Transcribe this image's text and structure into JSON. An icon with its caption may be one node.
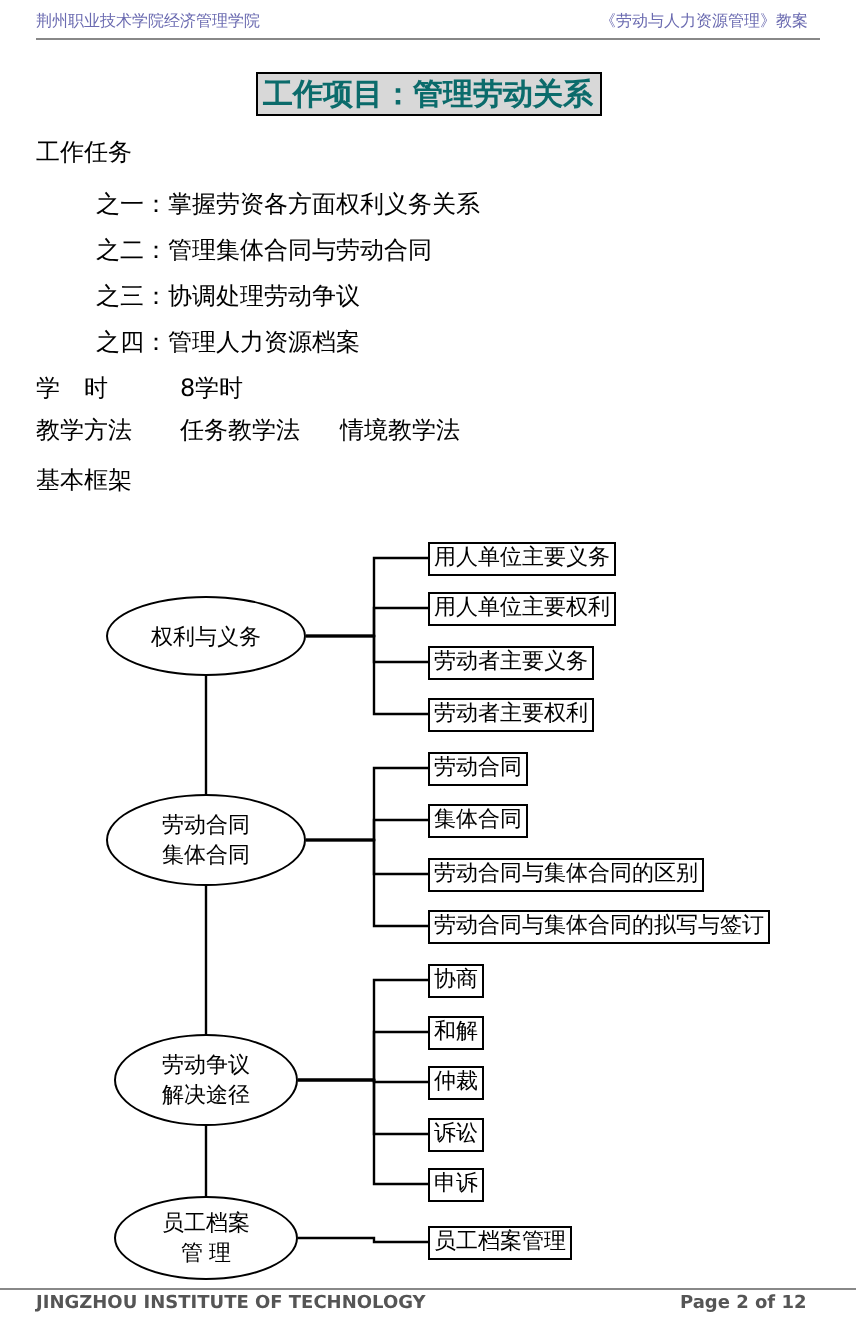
{
  "diagram": {
    "title": "工作项目：管理劳动关系",
    "nodes": [
      {
        "text": [
          "权利与义务"
        ]
      },
      {
        "text": [
          "用人单位主要义务"
        ]
      },
      {
        "text": [
          "用人单位主要权利"
        ]
      },
      {
        "text": [
          "劳动者主要义务"
        ]
      },
      {
        "text": [
          "劳动者主要权利"
        ]
      },
      {
        "text": [
          "劳动合同",
          "集体合同"
        ]
      },
      {
        "text": [
          "劳动合同"
        ]
      },
      {
        "text": [
          "集体合同"
        ]
      },
      {
        "text": [
          "劳动合同与集体合同的区别"
        ]
      },
      {
        "text": [
          "劳动合同与集体合同的拟写与签订"
        ]
      },
      {
        "text": [
          "劳动争议",
          "解决途径"
        ]
      },
      {
        "text": [
          "协商"
        ]
      },
      {
        "text": [
          "和解"
        ]
      },
      {
        "text": [
          "仲裁"
        ]
      },
      {
        "text": [
          "诉讼"
        ]
      },
      {
        "text": [
          "申诉"
        ]
      },
      {
        "text": [
          "员工档案",
          "管 理"
        ]
      },
      {
        "text": [
          "员工档案管理"
        ]
      }
    ],
    "edges": [
      {
        "from": 0,
        "to": 5,
        "arrow": "none"
      },
      {
        "from": 5,
        "to": 10,
        "arrow": "none"
      },
      {
        "from": 10,
        "to": 16,
        "arrow": "none"
      },
      {
        "from": 0,
        "to": 1,
        "arrow": "none"
      },
      {
        "from": 0,
        "to": 2,
        "arrow": "none"
      },
      {
        "from": 0,
        "to": 3,
        "arrow": "none"
      },
      {
        "from": 0,
        "to": 4,
        "arrow": "none"
      },
      {
        "from": 5,
        "to": 6,
        "arrow": "none"
      },
      {
        "from": 5,
        "to": 7,
        "arrow": "none"
      },
      {
        "from": 5,
        "to": 8,
        "arrow": "none"
      },
      {
        "from": 5,
        "to": 9,
        "arrow": "none"
      },
      {
        "from": 10,
        "to": 11,
        "arrow": "none"
      },
      {
        "from": 10,
        "to": 12,
        "arrow": "none"
      },
      {
        "from": 10,
        "to": 13,
        "arrow": "none"
      },
      {
        "from": 10,
        "to": 14,
        "arrow": "none"
      },
      {
        "from": 10,
        "to": 15,
        "arrow": "none"
      },
      {
        "from": 16,
        "to": 17,
        "arrow": "none"
      }
    ],
    "labels": [
      "荆州职业技术学院经济管理学院",
      "《劳动与人力资源管理》教案",
      "工作任务",
      "之一：掌握劳资各方面权利义务关系",
      "之二：管理集体合同与劳动合同",
      "之三：协调处理劳动争议",
      "之四：管理人力资源档案",
      "学　时",
      "8学时",
      "教学方法",
      "任务教学法",
      "情境教学法",
      "基本框架",
      "JINGZHOU INSTITUTE OF TECHNOLOGY",
      "Page 2 of 12"
    ]
  }
}
